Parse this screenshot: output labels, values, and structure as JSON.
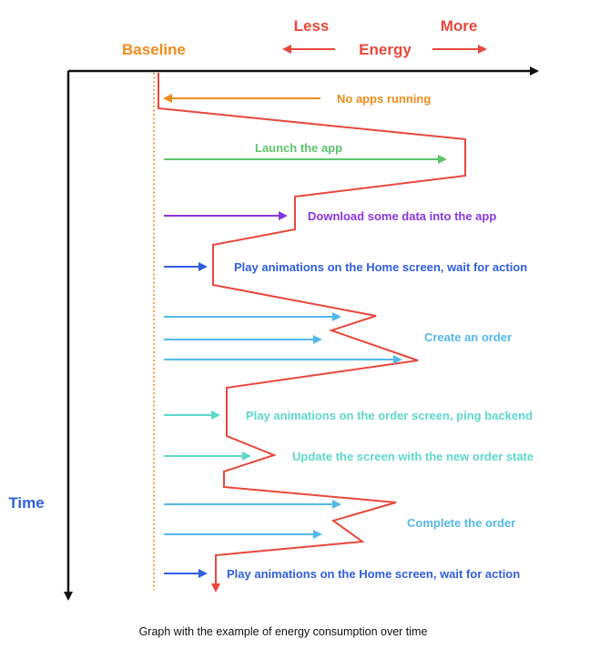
{
  "header": {
    "less": "Less",
    "more": "More",
    "energy": "Energy",
    "baseline": "Baseline",
    "time": "Time"
  },
  "annotations": {
    "no_apps": "No apps running",
    "launch": "Launch the app",
    "download": "Download some data into the app",
    "play_home_1": "Play animations on the Home screen, wait for action",
    "create_order": "Create an order",
    "play_order": "Play animations on the order screen, ping backend",
    "update_screen": "Update the screen with the new order state",
    "complete_order": "Complete the order",
    "play_home_2": "Play animations on the Home screen, wait for action"
  },
  "caption": "Graph with the example of energy consumption over time",
  "colors": {
    "energy_line": "#e8483b",
    "baseline": "#ef8c1a",
    "header_red": "#e8483b",
    "orange": "#ef8c1a",
    "green": "#5cc36a",
    "purple": "#8a35e0",
    "blue": "#2f5fe0",
    "light_blue": "#55b8ea",
    "teal": "#5ed8c8",
    "axis": "#111111"
  }
}
